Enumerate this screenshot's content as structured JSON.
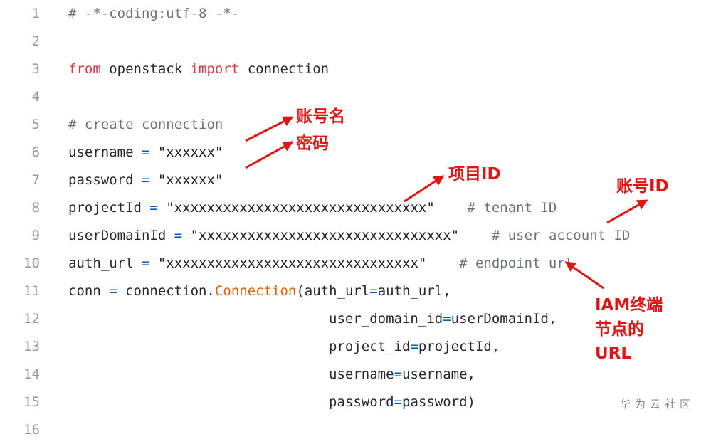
{
  "lines": [
    {
      "n": "1",
      "tokens": [
        {
          "t": "# -*-coding:utf-8 -*-",
          "c": "cm"
        }
      ]
    },
    {
      "n": "2",
      "tokens": []
    },
    {
      "n": "3",
      "tokens": [
        {
          "t": "from",
          "c": "kw"
        },
        {
          "t": " openstack ",
          "c": "id"
        },
        {
          "t": "import",
          "c": "kw"
        },
        {
          "t": " connection",
          "c": "id"
        }
      ]
    },
    {
      "n": "4",
      "tokens": []
    },
    {
      "n": "5",
      "tokens": [
        {
          "t": "# create connection",
          "c": "cm"
        }
      ]
    },
    {
      "n": "6",
      "tokens": [
        {
          "t": "username ",
          "c": "id"
        },
        {
          "t": "=",
          "c": "op"
        },
        {
          "t": " \"xxxxxx\"",
          "c": "str"
        }
      ]
    },
    {
      "n": "7",
      "tokens": [
        {
          "t": "password ",
          "c": "id"
        },
        {
          "t": "=",
          "c": "op"
        },
        {
          "t": " \"xxxxxx\"",
          "c": "str"
        }
      ]
    },
    {
      "n": "8",
      "tokens": [
        {
          "t": "projectId ",
          "c": "id"
        },
        {
          "t": "=",
          "c": "op"
        },
        {
          "t": " \"xxxxxxxxxxxxxxxxxxxxxxxxxxxxxxx\"",
          "c": "str"
        },
        {
          "t": "    # tenant ID",
          "c": "cm"
        }
      ]
    },
    {
      "n": "9",
      "tokens": [
        {
          "t": "userDomainId ",
          "c": "id"
        },
        {
          "t": "=",
          "c": "op"
        },
        {
          "t": " \"xxxxxxxxxxxxxxxxxxxxxxxxxxxxxxx\"",
          "c": "str"
        },
        {
          "t": "    # user account ID",
          "c": "cm"
        }
      ]
    },
    {
      "n": "10",
      "tokens": [
        {
          "t": "auth_url ",
          "c": "id"
        },
        {
          "t": "=",
          "c": "op"
        },
        {
          "t": " \"xxxxxxxxxxxxxxxxxxxxxxxxxxxxxxx\"",
          "c": "str"
        },
        {
          "t": "    # endpoint url",
          "c": "cm"
        }
      ]
    },
    {
      "n": "11",
      "tokens": [
        {
          "t": "conn ",
          "c": "id"
        },
        {
          "t": "=",
          "c": "op"
        },
        {
          "t": " connection.",
          "c": "id"
        },
        {
          "t": "Connection",
          "c": "fn"
        },
        {
          "t": "(auth_url",
          "c": "id"
        },
        {
          "t": "=",
          "c": "op"
        },
        {
          "t": "auth_url,",
          "c": "id"
        }
      ]
    },
    {
      "n": "12",
      "tokens": [
        {
          "t": "                                user_domain_id",
          "c": "id"
        },
        {
          "t": "=",
          "c": "op"
        },
        {
          "t": "userDomainId,",
          "c": "id"
        }
      ]
    },
    {
      "n": "13",
      "tokens": [
        {
          "t": "                                project_id",
          "c": "id"
        },
        {
          "t": "=",
          "c": "op"
        },
        {
          "t": "projectId,",
          "c": "id"
        }
      ]
    },
    {
      "n": "14",
      "tokens": [
        {
          "t": "                                username",
          "c": "id"
        },
        {
          "t": "=",
          "c": "op"
        },
        {
          "t": "username,",
          "c": "id"
        }
      ]
    },
    {
      "n": "15",
      "tokens": [
        {
          "t": "                                password",
          "c": "id"
        },
        {
          "t": "=",
          "c": "op"
        },
        {
          "t": "password)",
          "c": "id"
        }
      ]
    },
    {
      "n": "16",
      "tokens": []
    }
  ],
  "annotations": {
    "account_name": "账号名",
    "password": "密码",
    "project_id": "项目ID",
    "account_id": "账号ID",
    "iam_endpoint": "IAM终端\n节点的\nURL"
  },
  "watermark": "华为云社区",
  "colors": {
    "annotation": "#e41313",
    "keyword": "#d73a49",
    "function": "#e36209",
    "comment": "#6a737d",
    "operator": "#005cc5"
  }
}
